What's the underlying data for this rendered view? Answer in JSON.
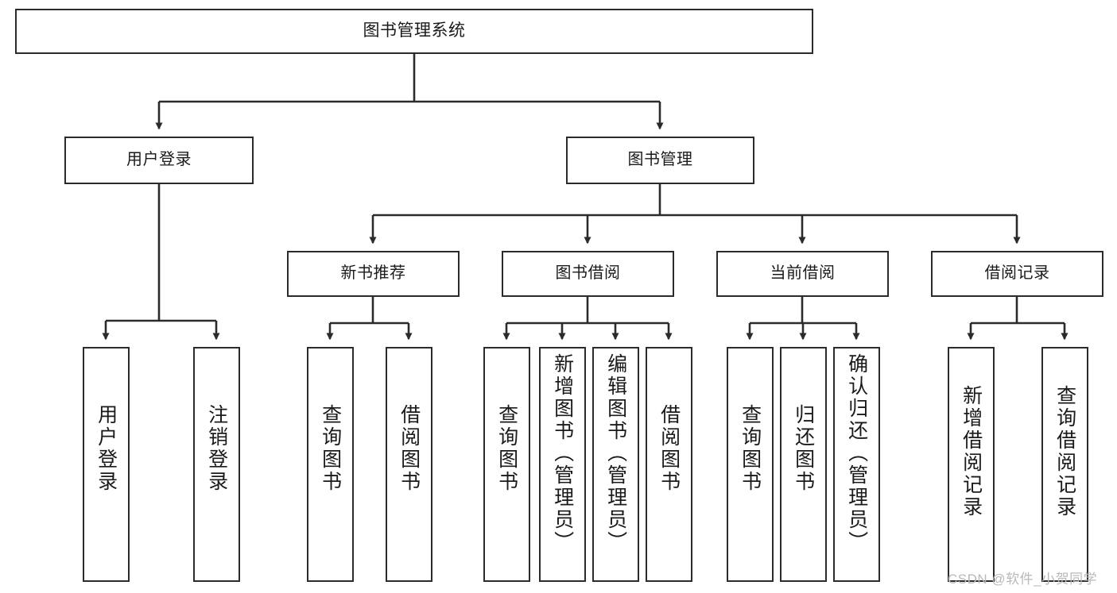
{
  "diagram": {
    "title": "图书管理系统",
    "type": "hierarchy-tree",
    "watermark": "CSDN @软件_小贺同学",
    "colors": {
      "stroke": "#2b2b2b",
      "background": "#ffffff",
      "text": "#1a1a1a",
      "watermark": "#b9b9b9"
    },
    "nodes": {
      "root": {
        "label": "图书管理系统"
      },
      "level2": [
        {
          "id": "user-login",
          "label": "用户登录"
        },
        {
          "id": "book-mgmt",
          "label": "图书管理"
        }
      ],
      "level3": [
        {
          "id": "new-book-rec",
          "label": "新书推荐"
        },
        {
          "id": "book-borrow",
          "label": "图书借阅"
        },
        {
          "id": "current-loan",
          "label": "当前借阅"
        },
        {
          "id": "loan-record",
          "label": "借阅记录"
        }
      ],
      "leaves": [
        {
          "id": "leaf-user-login",
          "parent": "user-login",
          "label": "用户登录"
        },
        {
          "id": "leaf-user-logout",
          "parent": "user-login",
          "label": "注销登录"
        },
        {
          "id": "leaf-rec-query-book",
          "parent": "new-book-rec",
          "label": "查询图书"
        },
        {
          "id": "leaf-rec-borrow-book",
          "parent": "new-book-rec",
          "label": "借阅图书"
        },
        {
          "id": "leaf-borrow-query-book",
          "parent": "book-borrow",
          "label": "查询图书"
        },
        {
          "id": "leaf-add-book-admin",
          "parent": "book-borrow",
          "label": "新增图书（管理员）"
        },
        {
          "id": "leaf-edit-book-admin",
          "parent": "book-borrow",
          "label": "编辑图书（管理员）"
        },
        {
          "id": "leaf-borrow-book",
          "parent": "book-borrow",
          "label": "借阅图书"
        },
        {
          "id": "leaf-loan-query-book",
          "parent": "current-loan",
          "label": "查询图书"
        },
        {
          "id": "leaf-return-book",
          "parent": "current-loan",
          "label": "归还图书"
        },
        {
          "id": "leaf-confirm-return",
          "parent": "current-loan",
          "label": "确认归还（管理员）"
        },
        {
          "id": "leaf-add-loan-record",
          "parent": "loan-record",
          "label": "新增借阅记录"
        },
        {
          "id": "leaf-query-loan-record",
          "parent": "loan-record",
          "label": "查询借阅记录"
        }
      ]
    }
  }
}
